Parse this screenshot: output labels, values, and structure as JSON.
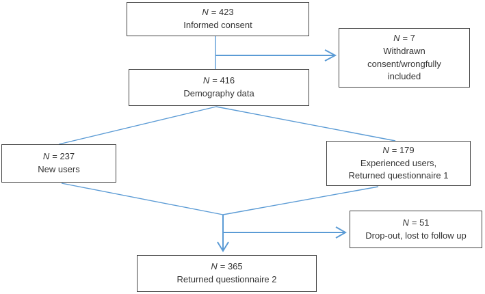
{
  "colors": {
    "arrow": "#5b9bd5",
    "box_border": "#3f3f3f",
    "text": "#333333",
    "background": "#ffffff"
  },
  "boxes": [
    {
      "name": "informed-consent",
      "n": "N",
      "rest": "= 423",
      "lines": [
        "Informed consent"
      ]
    },
    {
      "name": "withdrawn",
      "n": "N",
      "rest": "= 7",
      "lines": [
        "Withdrawn",
        "consent/wrongfully",
        "included"
      ]
    },
    {
      "name": "demography-data",
      "n": "N",
      "rest": "= 416",
      "lines": [
        "Demography data"
      ]
    },
    {
      "name": "new-users",
      "n": "N",
      "rest": "= 237",
      "lines": [
        "New users"
      ]
    },
    {
      "name": "experienced-users",
      "n": "N",
      "rest": "= 179",
      "lines": [
        "Experienced users,",
        "Returned questionnaire 1"
      ]
    },
    {
      "name": "drop-out",
      "n": "N",
      "rest": "= 51",
      "lines": [
        "Drop-out, lost to follow up"
      ]
    },
    {
      "name": "returned-questionnaire-2",
      "n": "N",
      "rest": "= 365",
      "lines": [
        "Returned questionnaire 2"
      ]
    }
  ]
}
